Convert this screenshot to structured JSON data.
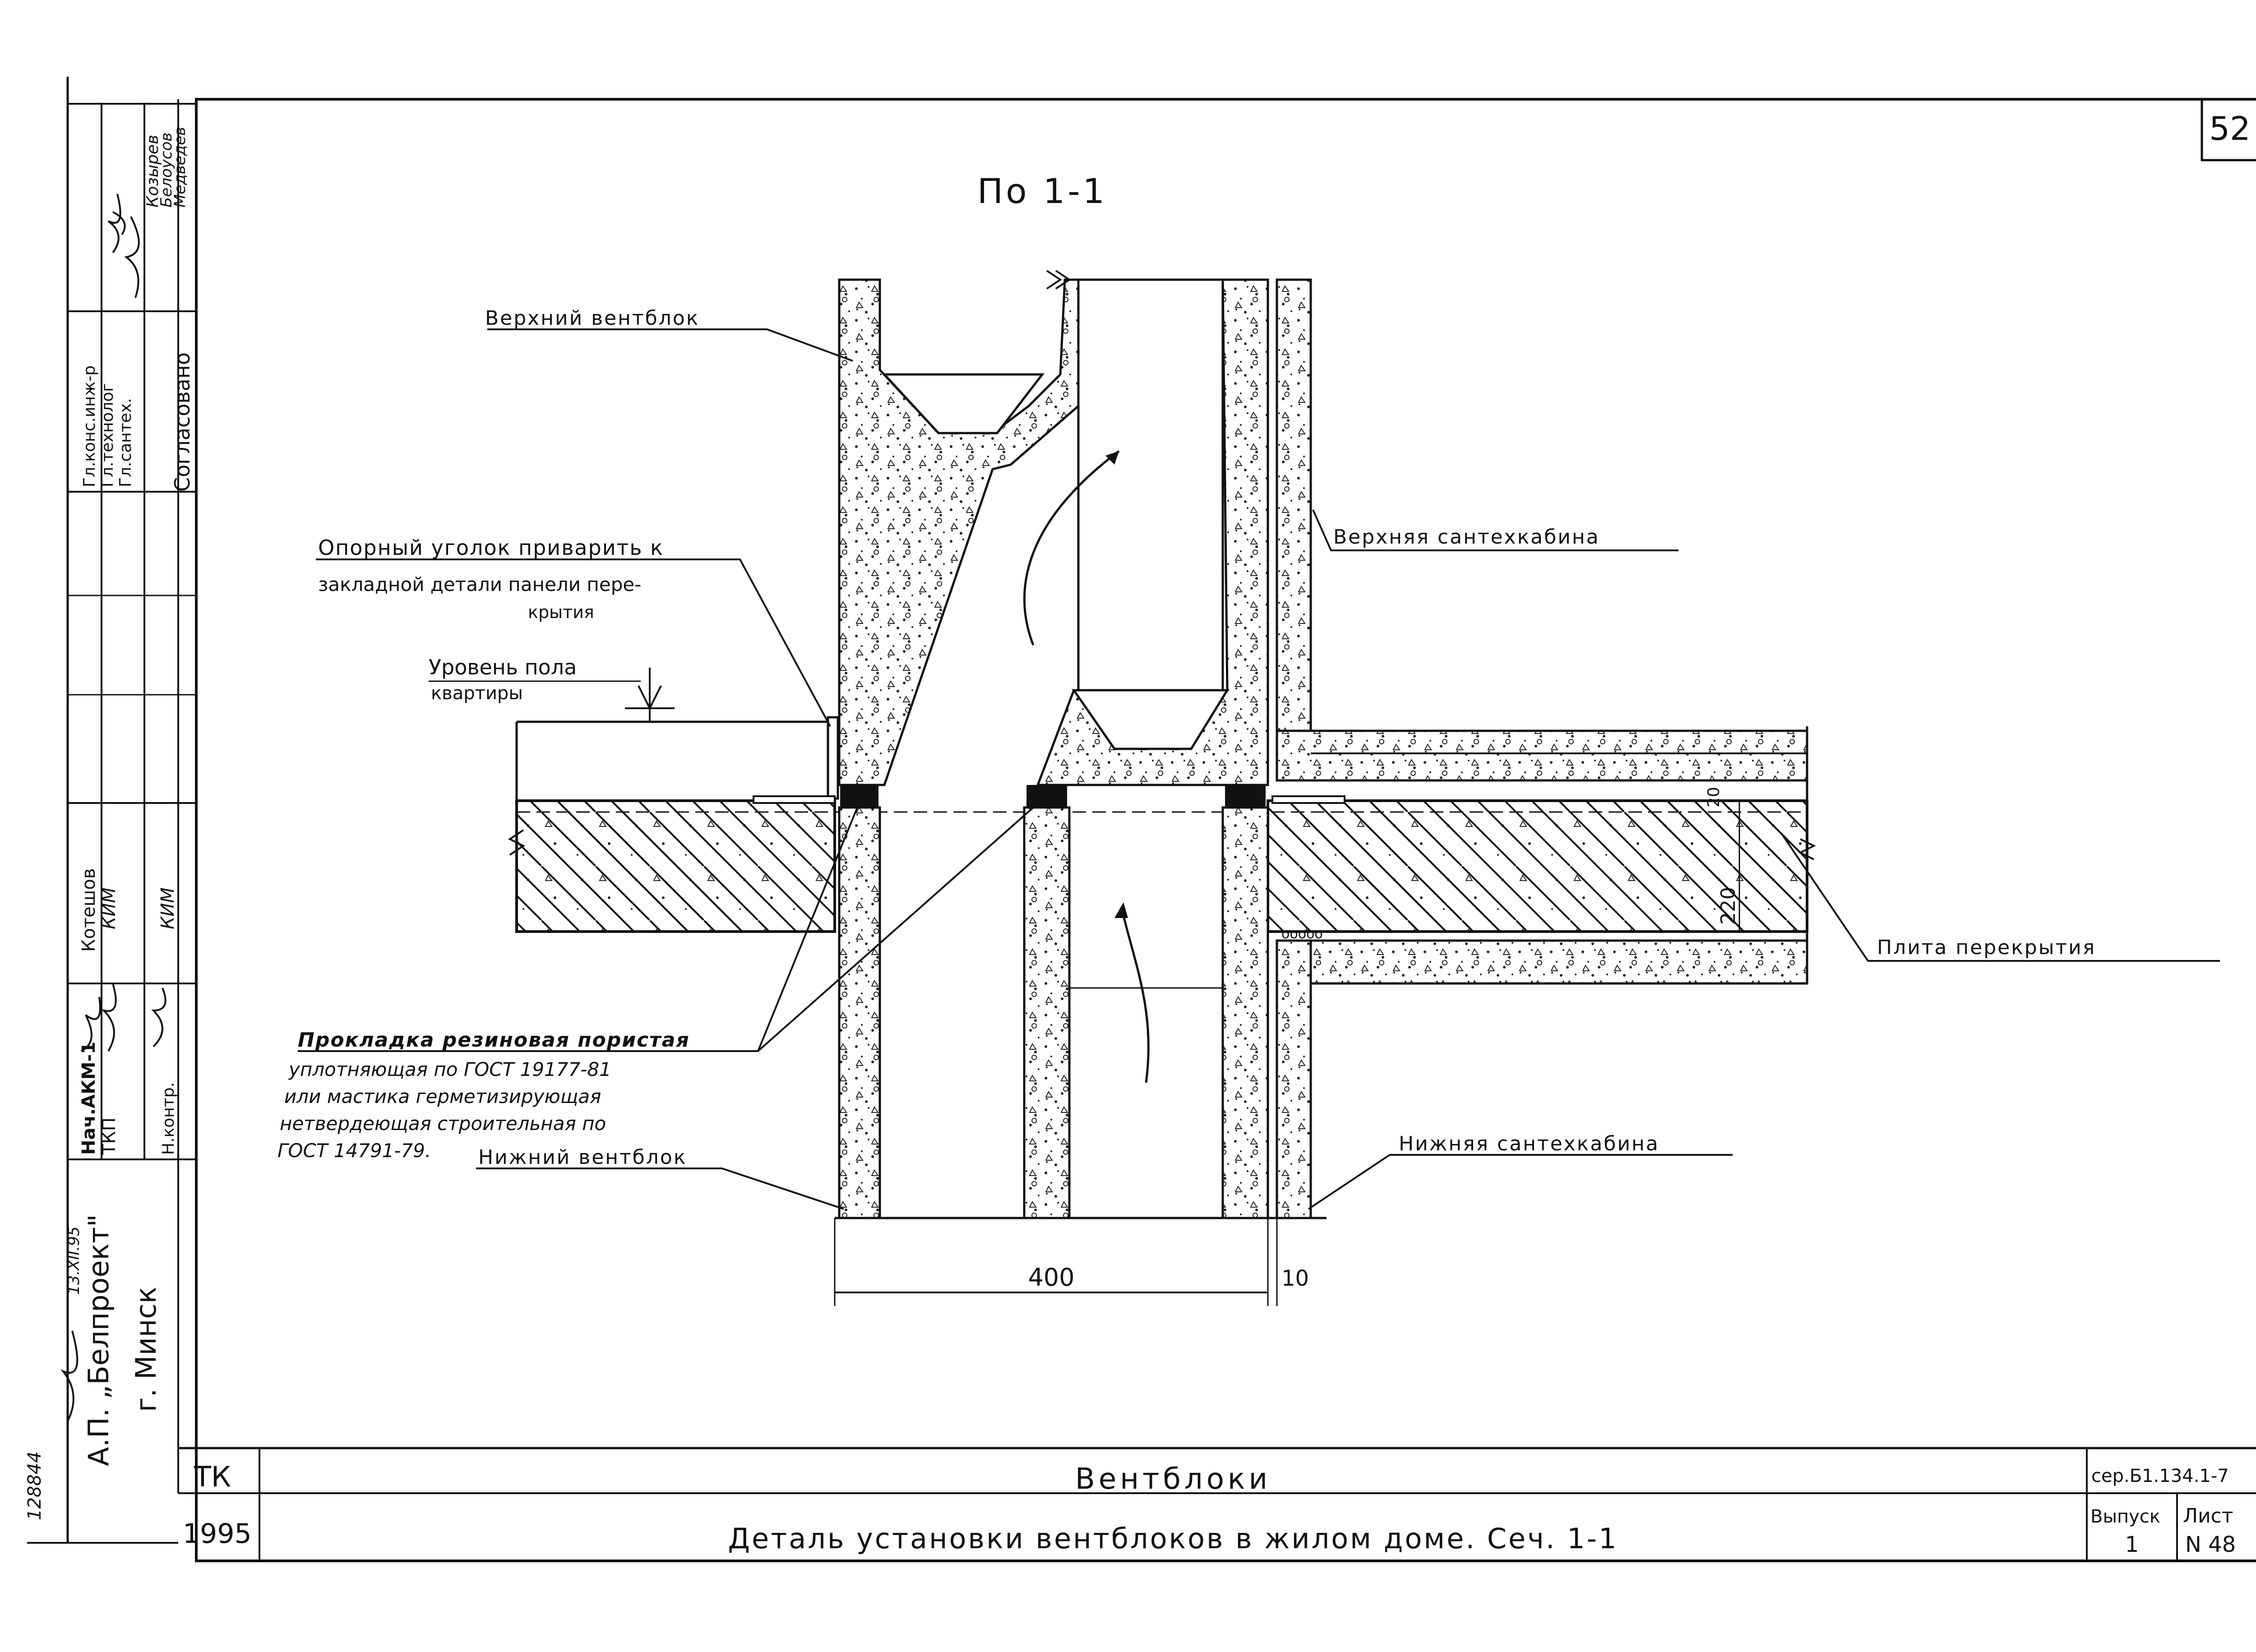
{
  "page_number": "52",
  "section_title": "По 1-1",
  "labels": {
    "upper_block": "Верхний вентблок",
    "support_angle_1": "Опорный уголок приварить к",
    "support_angle_2": "закладной детали панели пере-",
    "support_angle_3": "крытия",
    "floor_level_1": "Уровень пола",
    "floor_level_2": "квартиры",
    "upper_cabin": "Верхняя сантехкабина",
    "slab": "Плита перекрытия",
    "gasket_1": "Прокладка резиновая пористая",
    "gasket_2": "уплотняющая по ГОСТ 19177-81",
    "gasket_3": "или мастика герметизирующая",
    "gasket_4": "нетвердеющая строительная по",
    "gasket_5": "ГОСТ 14791-79.",
    "lower_block": "Нижний вентблок",
    "lower_cabin": "Нижняя сантехкабина"
  },
  "dimensions": {
    "width": "400",
    "gap": "10",
    "layer_top": "20",
    "slab_thickness": "220"
  },
  "approval_block": {
    "heading": "Согласовано",
    "rows": [
      {
        "role": "Гл.конс.инж-р",
        "name": "Козырев"
      },
      {
        "role": "Гл.технолог",
        "name": "Белоусов"
      },
      {
        "role": "Гл.сантех.",
        "name": "Медведев"
      }
    ]
  },
  "sign_block": {
    "rows": [
      {
        "role": "Нач.АКМ-1",
        "name": "Котешов"
      },
      {
        "role": "ТКП",
        "name": "КИМ"
      },
      {
        "role": "Н.контр.",
        "name": "КИМ"
      }
    ]
  },
  "org": {
    "name": "А.П. „Белпроект\"",
    "city": "г. Минск",
    "note": "13.XII.95",
    "inv": "128844"
  },
  "title_block": {
    "tk": "ТК",
    "year": "1995",
    "title": "Вентблоки",
    "subtitle": "Деталь установки вентблоков в жилом доме. Сеч. 1-1",
    "series": "сер.Б1.134.1-7",
    "issue_label": "Выпуск",
    "issue_value": "1",
    "sheet_label": "Лист",
    "sheet_value": "N 48"
  }
}
